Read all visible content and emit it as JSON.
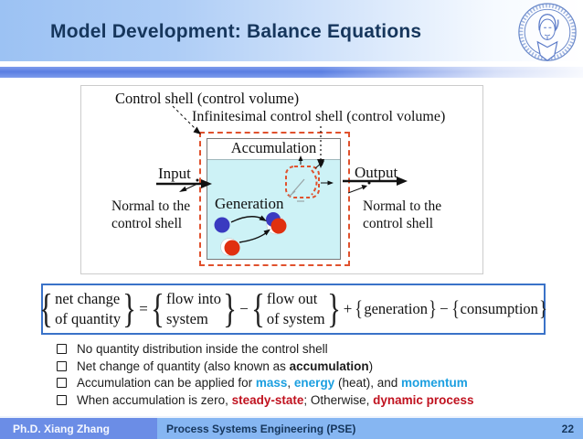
{
  "header": {
    "title": "Model Development: Balance Equations",
    "logo": "otto-von-guericke-university-magdeburg-seal"
  },
  "diagram": {
    "labels": {
      "control_shell": "Control shell (control volume)",
      "infinitesimal": "Infinitesimal control shell (control volume)",
      "accumulation": "Accumulation",
      "input": "Input",
      "output": "Output",
      "generation": "Generation",
      "normal_left": "Normal to the\ncontrol shell",
      "normal_right": "Normal to the\ncontrol shell"
    }
  },
  "equation": {
    "terms": [
      {
        "type": "stack",
        "lines": [
          "net change",
          "of quantity"
        ]
      },
      {
        "type": "op",
        "text": "="
      },
      {
        "type": "stack",
        "lines": [
          "flow into",
          "system"
        ]
      },
      {
        "type": "op",
        "text": "−"
      },
      {
        "type": "stack",
        "lines": [
          "flow out",
          "of system"
        ]
      },
      {
        "type": "op",
        "text": "+"
      },
      {
        "type": "inline",
        "lines": [
          "generation"
        ]
      },
      {
        "type": "op",
        "text": "−"
      },
      {
        "type": "inline",
        "lines": [
          "consumption"
        ]
      }
    ]
  },
  "bullets": [
    [
      {
        "t": "No quantity distribution inside the control shell",
        "s": "plain"
      }
    ],
    [
      {
        "t": "Net change of quantity (also known as ",
        "s": "plain"
      },
      {
        "t": "accumulation",
        "s": "bold"
      },
      {
        "t": ")",
        "s": "plain"
      }
    ],
    [
      {
        "t": "Accumulation can be applied for ",
        "s": "plain"
      },
      {
        "t": "mass",
        "s": "blue"
      },
      {
        "t": ", ",
        "s": "plain"
      },
      {
        "t": "energy",
        "s": "blue"
      },
      {
        "t": " (heat), and ",
        "s": "plain"
      },
      {
        "t": "momentum",
        "s": "blue"
      }
    ],
    [
      {
        "t": "When accumulation is zero, ",
        "s": "plain"
      },
      {
        "t": "steady-state",
        "s": "red"
      },
      {
        "t": "; Otherwise, ",
        "s": "plain"
      },
      {
        "t": "dynamic process",
        "s": "red"
      }
    ]
  ],
  "footer": {
    "author": "Ph.D. Xiang Zhang",
    "course": "Process Systems Engineering (PSE)",
    "page": "22"
  },
  "colors": {
    "title_color": "#16365c",
    "accent_blue": "#1b9fe0",
    "accent_red": "#c0121f",
    "equation_border": "#3a72c8",
    "shell_red": "#e0512d",
    "fluid_cyan": "#cdf2f6",
    "footer_left_bg": "#6b8de6",
    "footer_right_bg": "#86b6f2",
    "molecule_blue": "#3a3ac0",
    "molecule_red": "#e03010"
  }
}
